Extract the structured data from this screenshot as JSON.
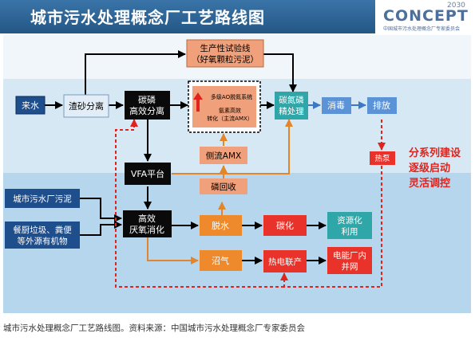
{
  "title": "城市污水处理概念厂工艺路线图",
  "brand": {
    "year": "2030",
    "name": "CONCEPT",
    "subtitle": "中国城市污水处理概念厂专家委员会"
  },
  "caption": "城市污水处理概念厂工艺路线图。资料来源：中国城市污水处理概念厂专家委员会",
  "boxes": {
    "inflow": "来水",
    "grit": "渣砂分离",
    "cp_sep_1": "碳磷",
    "cp_sep_2": "高效分离",
    "pilot_1": "生产性试验线",
    "pilot_2": "（好氧颗粒污泥）",
    "ao_1": "多级AO脱氮系统",
    "ao_2": "氨素高效",
    "ao_3": "转化（主流AMX）",
    "cnp_1": "碳氮磷",
    "cnp_2": "精处理",
    "disinfect": "消毒",
    "discharge": "排放",
    "heat": "热泵",
    "side_amx": "侧流AMX",
    "p_recovery": "磷回收",
    "vfa": "VFA平台",
    "sludge": "城市污水厂污泥",
    "waste_1": "餐厨垃圾、粪便",
    "waste_2": "等外源有机物",
    "anaer_1": "高效",
    "anaer_2": "厌氧消化",
    "dewater": "脱水",
    "carbonize": "碳化",
    "resource_1": "资源化",
    "resource_2": "利用",
    "biogas": "沼气",
    "chp": "热电联产",
    "grid_1": "电能厂内",
    "grid_2": "并网"
  },
  "strategy": [
    "分系列建设",
    "逐级启动",
    "灵活调控"
  ],
  "colors": {
    "title_bar": "#2f6aa0",
    "black_box": "#0a0a0a",
    "blue_box": "#5b93d6",
    "orange_box": "#f0a07a",
    "orange_solid": "#ef8a2c",
    "red_box": "#e8322a",
    "teal_box": "#2fa7a9",
    "light_box": "#e3edf7",
    "strategy_text": "#e0231c",
    "band_top": "#dcebf5",
    "band_bottom": "#b7d7ee"
  }
}
